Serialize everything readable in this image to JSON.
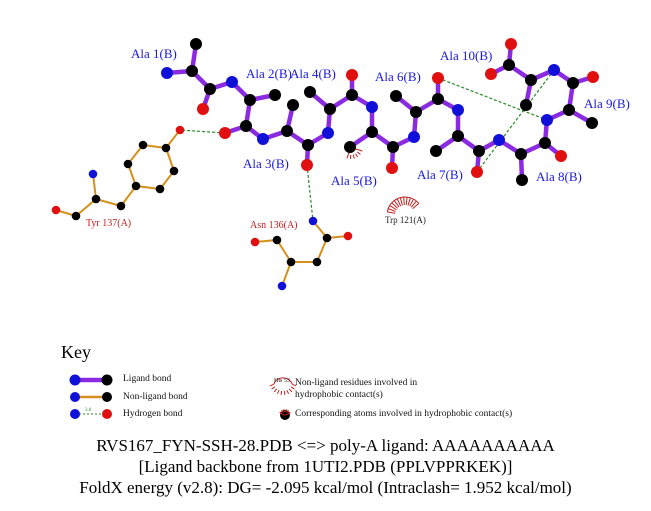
{
  "colors": {
    "ligand_bond": "#8a2be2",
    "nonligand_bond": "#d4901c",
    "hbond": "#2a8a2a",
    "carbon": "#000000",
    "nitrogen": "#1010d8",
    "oxygen": "#e01010",
    "hydrophobic": "#c0201e"
  },
  "ligand_residues": [
    "Ala 1(B)",
    "Ala 2(B)",
    "Ala 3(B)",
    "Ala 4(B)",
    "Ala 5(B)",
    "Ala 6(B)",
    "Ala 7(B)",
    "Ala 8(B)",
    "Ala 9(B)",
    "Ala 10(B)"
  ],
  "protein_residues": {
    "tyr": "Tyr 137(A)",
    "asn": "Asn 136(A)",
    "trp": "Trp 121(A)"
  },
  "key": {
    "title": "Key",
    "ligand_bond": "Ligand bond",
    "nonligand_bond": "Non-ligand bond",
    "hydrogen_bond": "Hydrogen bond",
    "hbond_length_example": "3.0",
    "hydrophobic_example_residue": "His 53",
    "hydrophobic_residues": "Non-ligand residues involved in hydrophobic contact(s)",
    "hydrophobic_atoms": "Corresponding atoms involved in hydrophobic contact(s)"
  },
  "caption": {
    "line1": "RVS167_FYN-SSH-28.PDB <=> poly-A ligand: AAAAAAAAAA",
    "line2": "[Ligand backbone from 1UTI2.PDB (PPLVPPRKEK)]",
    "line3": "FoldX energy (v2.8): DG= -2.095 kcal/mol (Intraclash= 1.952 kcal/mol)"
  }
}
